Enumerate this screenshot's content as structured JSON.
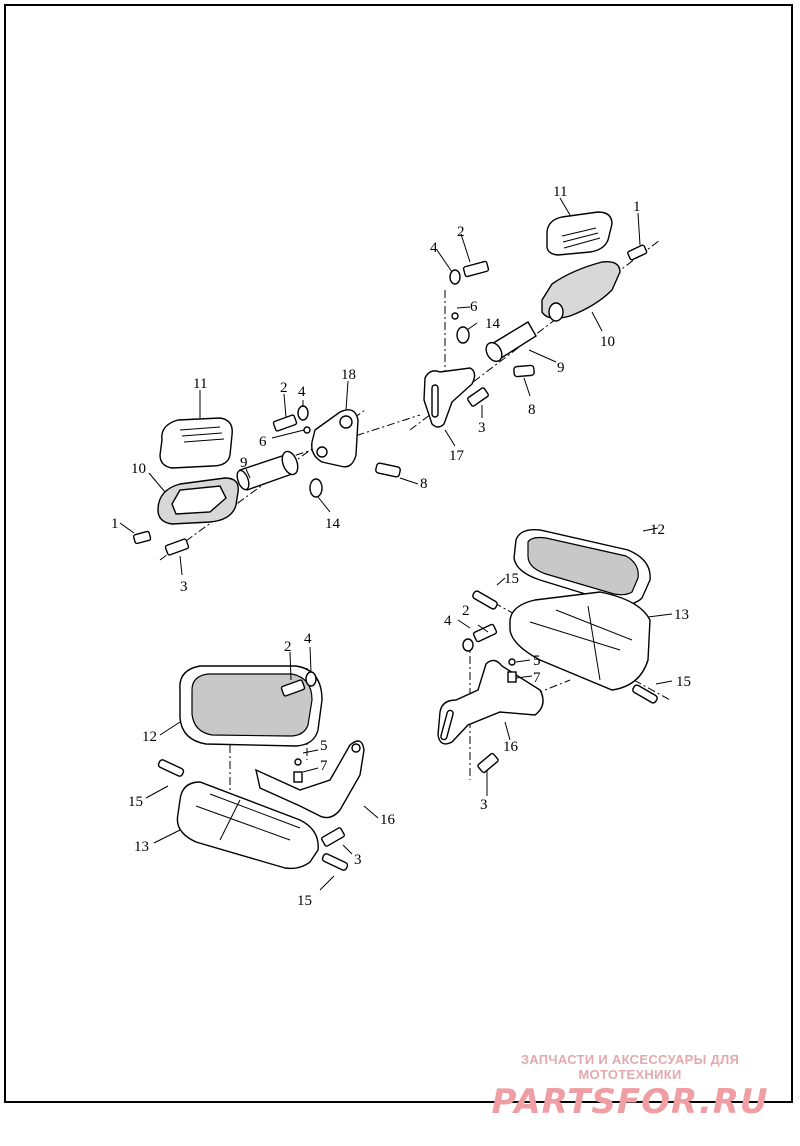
{
  "callouts": {
    "c1a": "1",
    "c2a": "2",
    "c3a": "3",
    "c4a": "4",
    "c6a": "6",
    "c8a": "8",
    "c9a": "9",
    "c10a": "10",
    "c11a": "11",
    "c14a": "14",
    "c18a": "18",
    "c1b": "1",
    "c2b": "2",
    "c3b": "3",
    "c4b": "4",
    "c6b": "6",
    "c8b": "8",
    "c9b": "9",
    "c10b": "10",
    "c11b": "11",
    "c14b": "14",
    "c17b": "17",
    "c2c": "2",
    "c3c": "3",
    "c4c": "4",
    "c5c": "5",
    "c7c": "7",
    "c12c": "12",
    "c13c": "13",
    "c15c1": "15",
    "c15c2": "15",
    "c16c": "16",
    "c2d": "2",
    "c3d": "3",
    "c4d": "4",
    "c5d": "5",
    "c7d": "7",
    "c12d": "12",
    "c13d": "13",
    "c15d1": "15",
    "c15d2": "15",
    "c16d": "16"
  },
  "watermark": {
    "tagline": "ЗАПЧАСТИ И АКСЕССУАРЫ ДЛЯ МОТОТЕХНИКИ",
    "logo": "PARTSFOR.RU"
  },
  "colors": {
    "line": "#000000",
    "watermark": "#ef9ea3"
  }
}
